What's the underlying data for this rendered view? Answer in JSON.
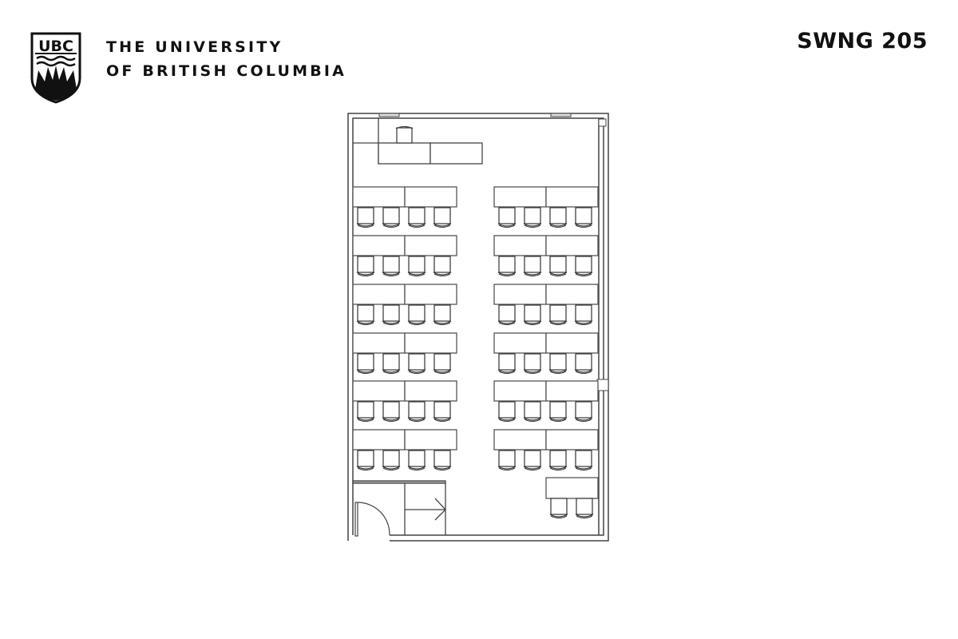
{
  "header": {
    "logo_text": "UBC",
    "wordmark_line1": "THE UNIVERSITY",
    "wordmark_line2": "OF BRITISH COLUMBIA",
    "room_code": "SWNG 205"
  },
  "floor_plan": {
    "room": "SWNG 205",
    "layout": "classroom",
    "instructor_desk": {
      "segments": 2,
      "chairs": 1
    },
    "left_rows": 6,
    "right_rows": 6,
    "tables_per_row": 2,
    "chairs_per_row": 4,
    "extra_table": {
      "segments": 1,
      "chairs": 2
    },
    "total_student_chairs": 50,
    "door": "bottom-left",
    "exit_arrow": "right",
    "line_color": "#333333"
  }
}
